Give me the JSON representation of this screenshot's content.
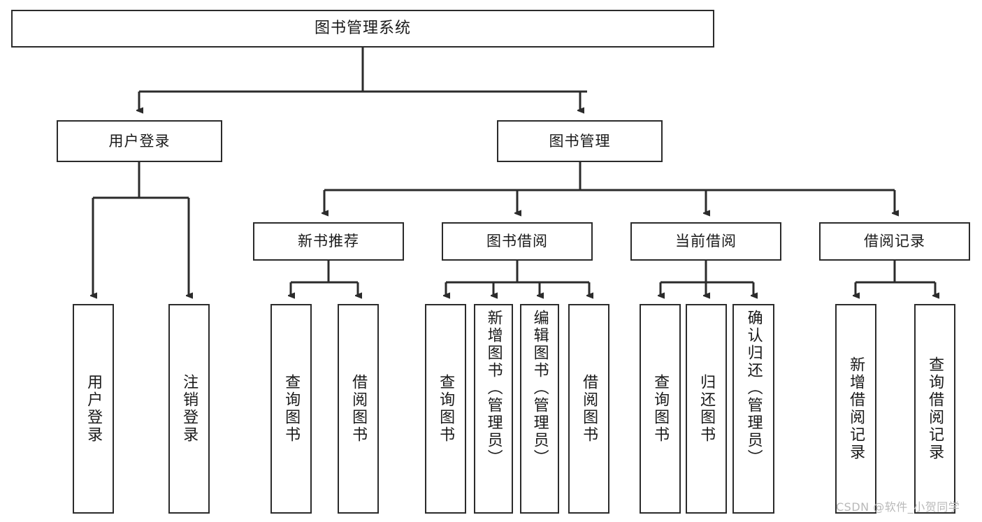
{
  "diagram": {
    "type": "tree-hierarchy",
    "title": "图书管理系统",
    "orientation": "top-down",
    "levels": 4,
    "root": {
      "id": "root",
      "label": "图书管理系统"
    },
    "level2": [
      {
        "id": "user-login",
        "label": "用户登录"
      },
      {
        "id": "book-management",
        "label": "图书管理"
      }
    ],
    "level3": [
      {
        "id": "new-book-recommend",
        "label": "新书推荐",
        "parent": "book-management"
      },
      {
        "id": "book-borrow",
        "label": "图书借阅",
        "parent": "book-management"
      },
      {
        "id": "current-borrow",
        "label": "当前借阅",
        "parent": "book-management"
      },
      {
        "id": "borrow-record",
        "label": "借阅记录",
        "parent": "book-management"
      }
    ],
    "leaves": {
      "user-login": [
        {
          "id": "leaf-user-login",
          "label": "用户登录"
        },
        {
          "id": "leaf-logout",
          "label": "注销登录"
        }
      ],
      "new-book-recommend": [
        {
          "id": "leaf-query-book-1",
          "label": "查询图书"
        },
        {
          "id": "leaf-borrow-book-1",
          "label": "借阅图书"
        }
      ],
      "book-borrow": [
        {
          "id": "leaf-query-book-2",
          "label": "查询图书"
        },
        {
          "id": "leaf-add-book",
          "label": "新增图书（管理员）"
        },
        {
          "id": "leaf-edit-book",
          "label": "编辑图书（管理员）"
        },
        {
          "id": "leaf-borrow-book-2",
          "label": "借阅图书"
        }
      ],
      "current-borrow": [
        {
          "id": "leaf-query-book-3",
          "label": "查询图书"
        },
        {
          "id": "leaf-return-book",
          "label": "归还图书"
        },
        {
          "id": "leaf-confirm-return",
          "label": "确认归还（管理员）"
        }
      ],
      "borrow-record": [
        {
          "id": "leaf-add-record",
          "label": "新增借阅记录"
        },
        {
          "id": "leaf-query-record",
          "label": "查询借阅记录"
        }
      ]
    },
    "colors": {
      "stroke": "#2b2b2b",
      "fill": "#ffffff",
      "text": "#1a1a1a",
      "watermark": "#b9b9b9"
    }
  },
  "watermark": {
    "text": "CSDN @软件_小贺同学"
  }
}
